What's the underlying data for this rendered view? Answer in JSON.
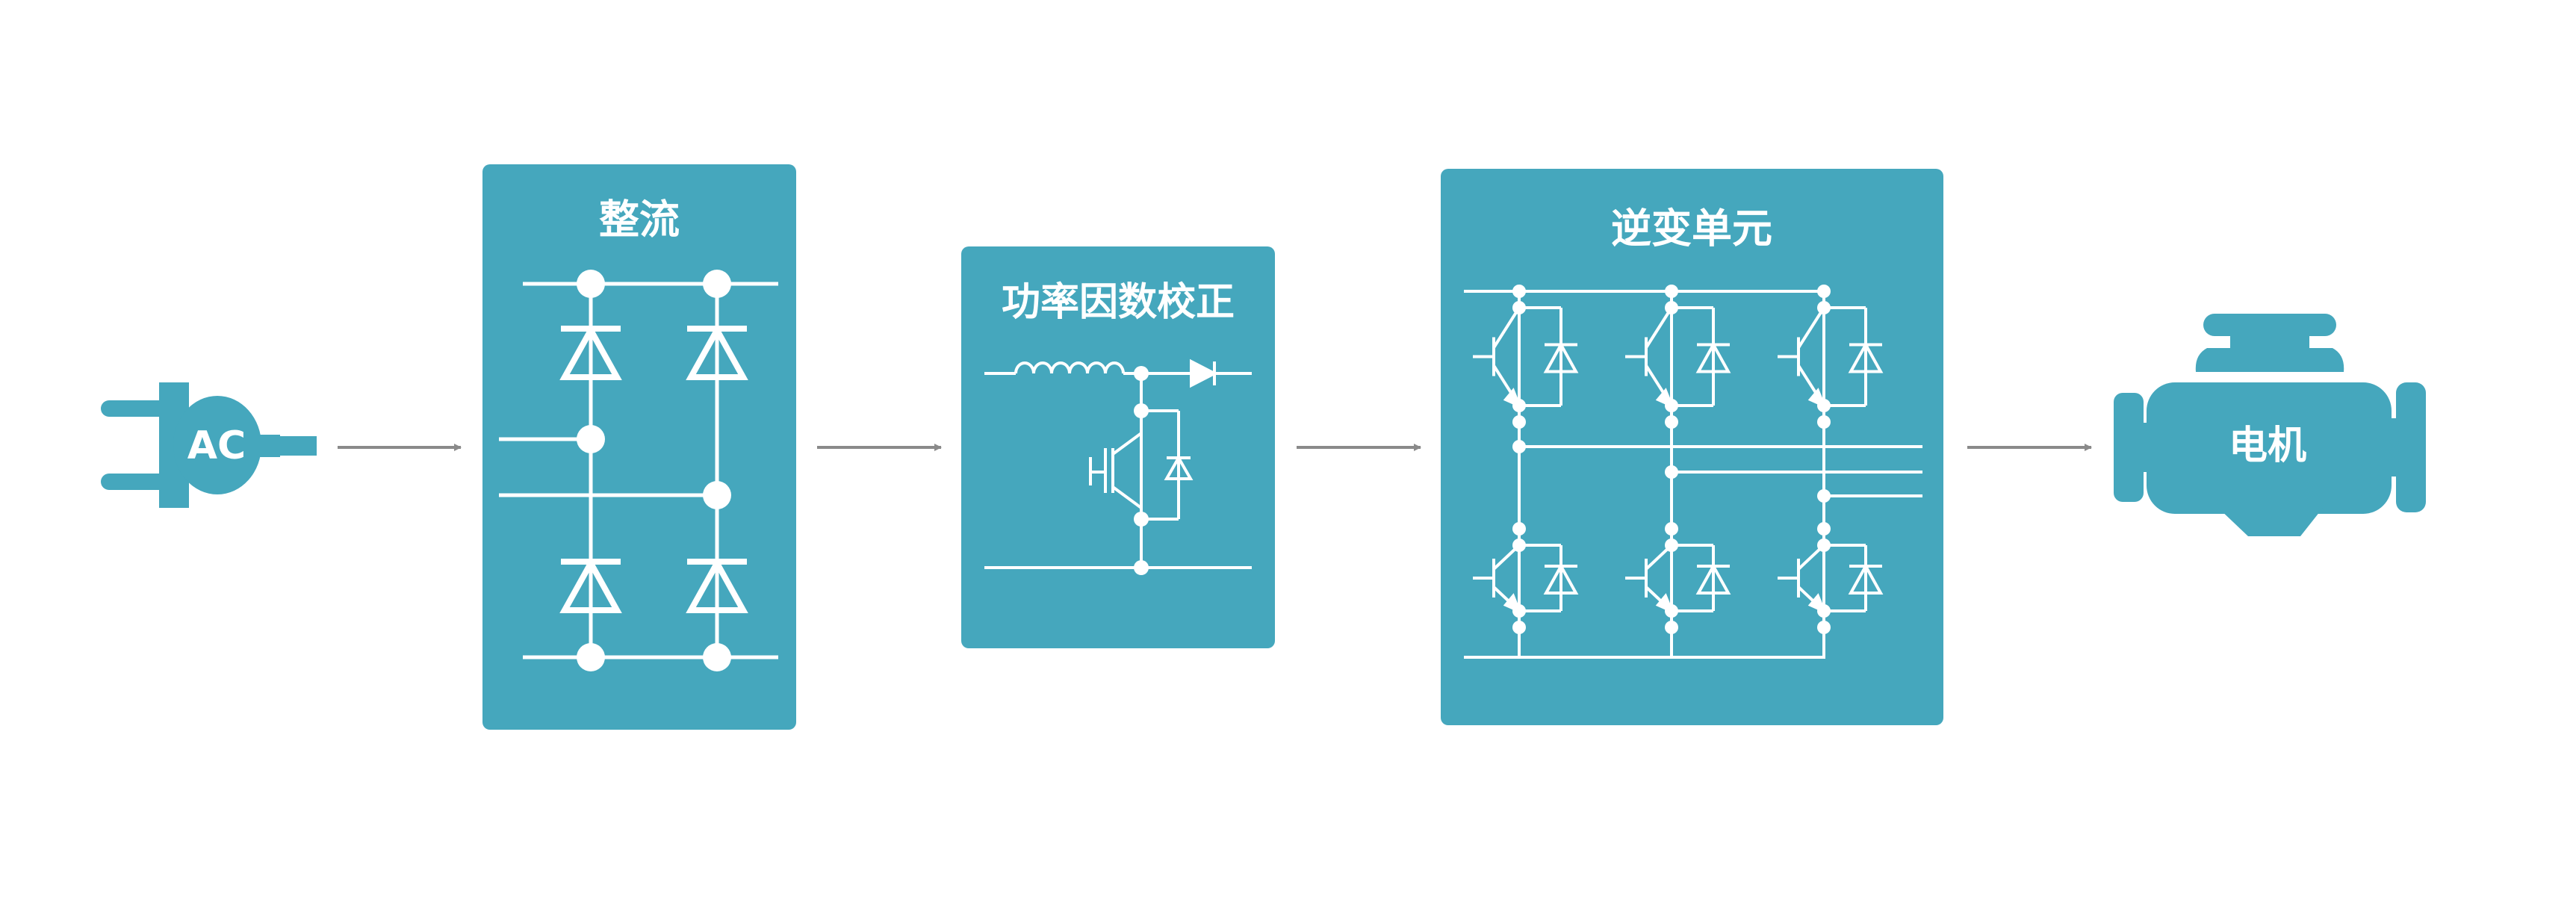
{
  "colors": {
    "block": "#45A7BD",
    "wire": "#ffffff",
    "arrow": "#8a8a8a",
    "background": "#ffffff"
  },
  "plug": {
    "label": "AC",
    "icon": "power-plug-icon"
  },
  "rectifier": {
    "title": "整流"
  },
  "pfc": {
    "title": "功率因数校正"
  },
  "inverter": {
    "title": "逆变单元"
  },
  "motor": {
    "label": "电机",
    "icon": "motor-icon"
  }
}
